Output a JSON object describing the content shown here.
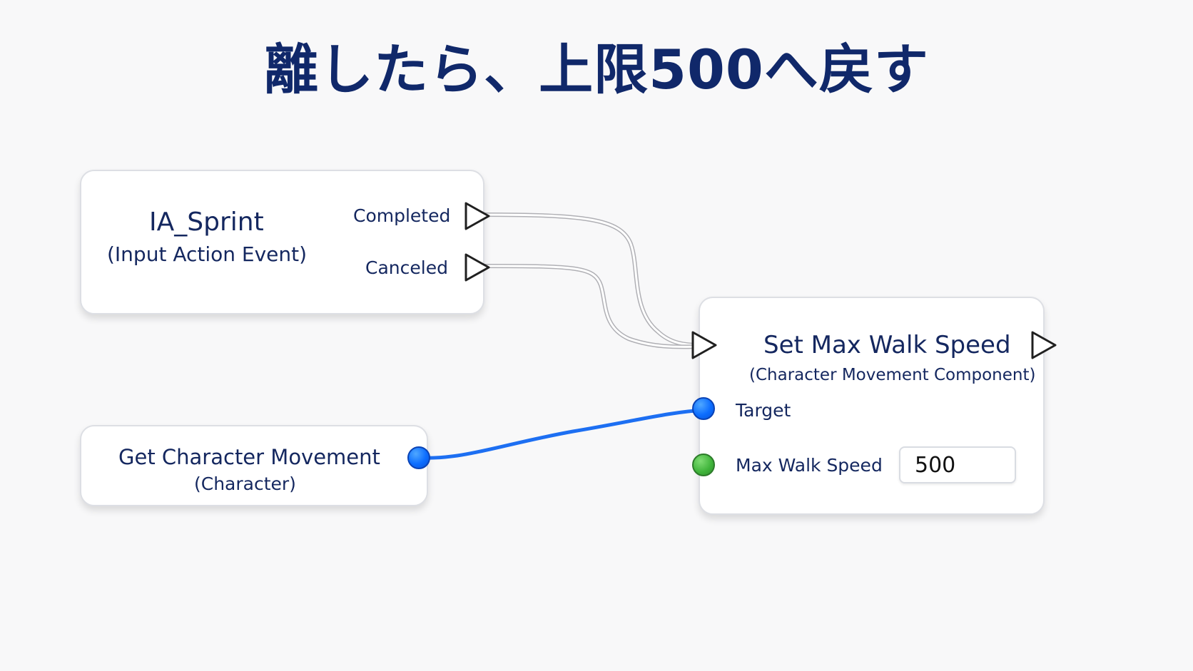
{
  "title": "離したら、上限500へ戻す",
  "nodes": {
    "ia_sprint": {
      "title": "IA_Sprint",
      "subtitle": "(Input Action Event)",
      "outputs": {
        "completed": "Completed",
        "canceled": "Canceled"
      }
    },
    "get_character_movement": {
      "title": "Get Character Movement",
      "subtitle": "(Character)"
    },
    "set_max_walk_speed": {
      "title": "Set Max Walk Speed",
      "subtitle": "(Character Movement Component)",
      "inputs": {
        "target": "Target",
        "max_walk_speed": "Max Walk Speed"
      },
      "max_walk_speed_value": "500"
    }
  },
  "colors": {
    "title": "#10286a",
    "object_wire": "#1d6ff2",
    "object_pin": "#0c6dff",
    "float_pin": "#40b43b",
    "exec_wire": "#a8a8ad"
  },
  "icons": [
    "execution-output-icon",
    "execution-input-icon",
    "object-pin-icon",
    "float-pin-icon"
  ]
}
